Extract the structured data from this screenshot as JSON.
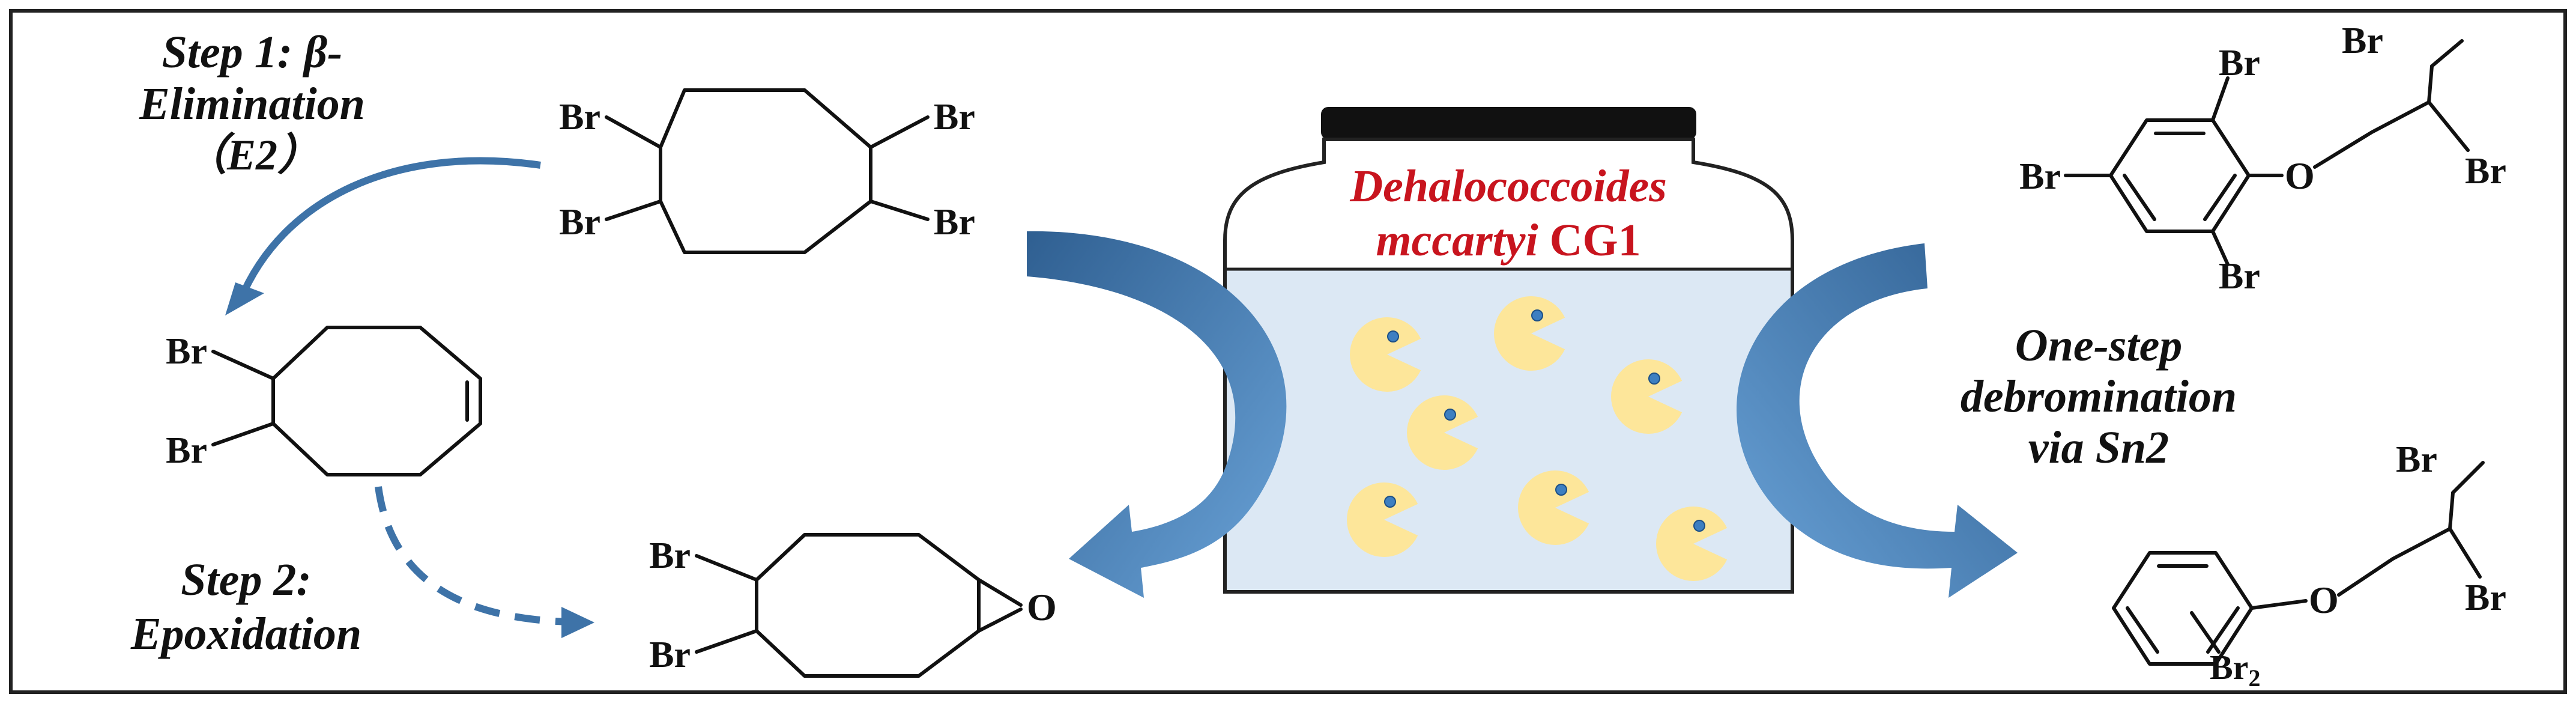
{
  "colors": {
    "frame": "#222222",
    "arrow_blue": "#3e73a8",
    "arrow_light": "#5e98d0",
    "liquid": "#dce8f4",
    "bacteria": "#fde69a",
    "bacteria_dot": "#3d7fc1",
    "organism_red": "#c8141e",
    "cap": "#111111"
  },
  "labels": {
    "step1_line1": "Step 1: β-",
    "step1_line2": "Elimination",
    "step1_line3": "（E2）",
    "step2_line1": "Step 2:",
    "step2_line2": "Epoxidation",
    "organism_line1": "Dehalococcoides",
    "organism_line2_italic": "mccartyi",
    "organism_line2_strain": " CG1",
    "onestep_line1": "One-step",
    "onestep_line2": "debromination",
    "onestep_line3": "via Sn2"
  },
  "atoms": {
    "br": "Br",
    "o": "O",
    "br2_base": "Br",
    "br2_sub": "2"
  }
}
